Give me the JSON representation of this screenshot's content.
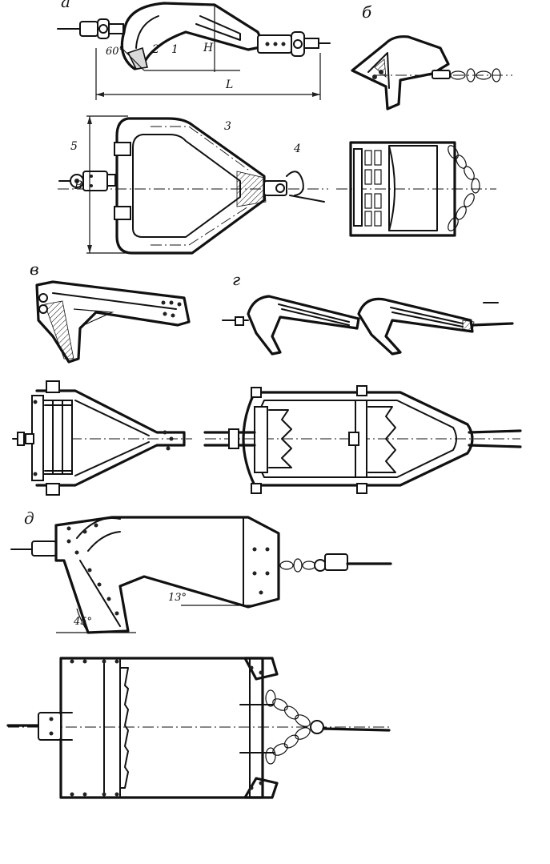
{
  "panels": {
    "a": "а",
    "b": "б",
    "v": "в",
    "g": "г",
    "d": "д"
  },
  "callouts": {
    "n1": "1",
    "n2": "2",
    "n3": "3",
    "n4": "4",
    "n5": "5"
  },
  "dimensions": {
    "L": "L",
    "H": "H",
    "B": "B"
  },
  "angles": {
    "a60": "60°",
    "a45": "45°",
    "a13": "13°"
  }
}
